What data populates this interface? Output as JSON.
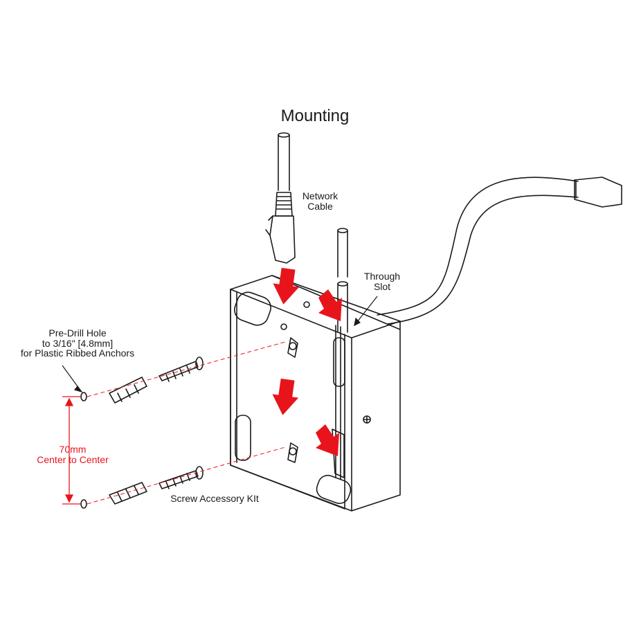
{
  "title": "Mounting",
  "labels": {
    "network_cable": [
      "Network",
      "Cable"
    ],
    "through_slot": [
      "Through",
      "Slot"
    ],
    "pre_drill": [
      "Pre-Drill Hole",
      "to 3/16\" [4.8mm]",
      "for Plastic Ribbed Anchors"
    ],
    "center_spacing": [
      "70mm",
      "Center to Center"
    ],
    "screw_kit": "Screw Accessory KIt"
  },
  "colors": {
    "line": "#1a1a1a",
    "accent_red": "#e8141c",
    "background": "#ffffff"
  },
  "icons": {
    "arrow": "red-down-arrow-icon",
    "screw": "screw-icon",
    "anchor": "ribbed-anchor-icon"
  }
}
